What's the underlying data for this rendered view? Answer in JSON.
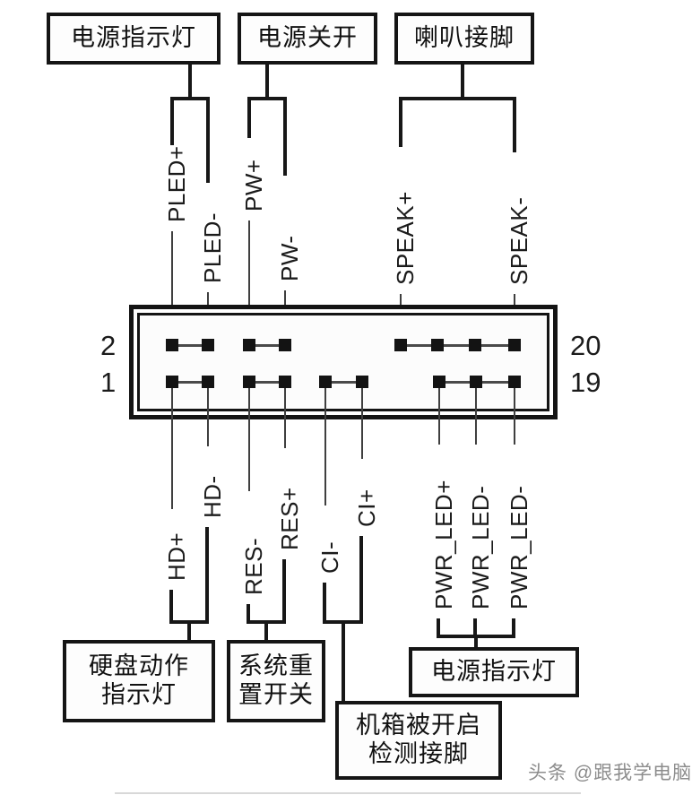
{
  "diagram": {
    "title_top_boxes": [
      {
        "id": "power-led-top",
        "lines": [
          "电源指示灯"
        ]
      },
      {
        "id": "power-switch",
        "lines": [
          "电源关开"
        ]
      },
      {
        "id": "speaker",
        "lines": [
          "喇叭接脚"
        ]
      }
    ],
    "bottom_boxes": [
      {
        "id": "hdd-led",
        "lines": [
          "硬盘动作",
          "指示灯"
        ]
      },
      {
        "id": "reset-switch",
        "lines": [
          "系统重",
          "置开关"
        ]
      },
      {
        "id": "chassis-intrusion",
        "lines": [
          "机箱被开启",
          "检测接脚"
        ]
      },
      {
        "id": "power-led-bottom",
        "lines": [
          "电源指示灯"
        ]
      }
    ],
    "top_pin_names": [
      "PLED+",
      "PLED-",
      "PW+",
      "PW-",
      "SPEAK+",
      "SPEAK-"
    ],
    "bottom_pin_names": [
      "HD+",
      "HD-",
      "RES-",
      "RES+",
      "CI-",
      "CI+",
      "PWR_LED+",
      "PWR_LED-",
      "PWR_LED-"
    ],
    "row_numbers": {
      "top_left": "2",
      "bottom_left": "1",
      "top_right": "20",
      "bottom_right": "19"
    },
    "watermark": "头条 @跟我学电脑",
    "colors": {
      "ink": "#151515",
      "pin": "#131313",
      "wire": "#3f3f3f",
      "background": "#ffffff"
    }
  }
}
